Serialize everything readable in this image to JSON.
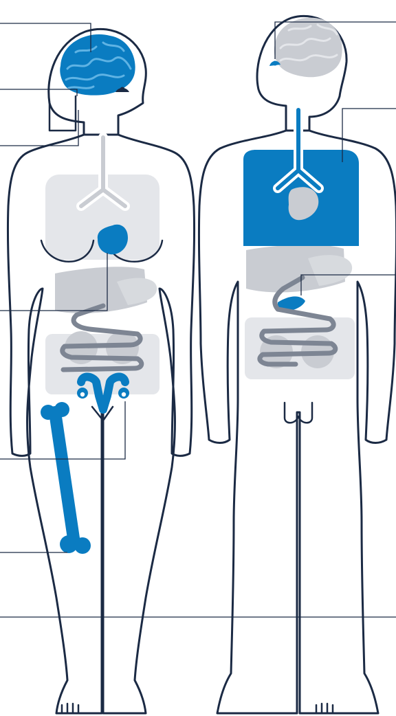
{
  "colors": {
    "outline": "#1b2a44",
    "highlight": "#0a7cc1",
    "organ_muted": "#c9ccd2",
    "organ_light": "#e4e6ea",
    "background": "#ffffff"
  },
  "figures": [
    {
      "name": "female-figure",
      "highlighted_organs": [
        "brain",
        "heart",
        "ovaries",
        "uterus",
        "femur"
      ]
    },
    {
      "name": "male-figure",
      "highlighted_organs": [
        "pituitary",
        "lungs",
        "pancreas"
      ]
    }
  ]
}
